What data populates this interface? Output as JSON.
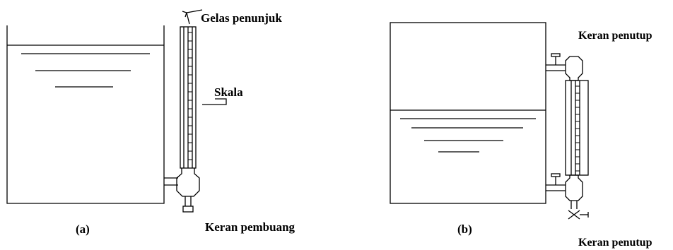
{
  "diagram_a": {
    "caption": "(a)",
    "labels": {
      "pointer_glass": "Gelas penunjuk",
      "scale": "Skala",
      "drain_valve": "Keran pembuang"
    }
  },
  "diagram_b": {
    "caption": "(b)",
    "labels": {
      "top_valve": "Keran penutup",
      "bottom_valve": "Keran penutup"
    }
  }
}
